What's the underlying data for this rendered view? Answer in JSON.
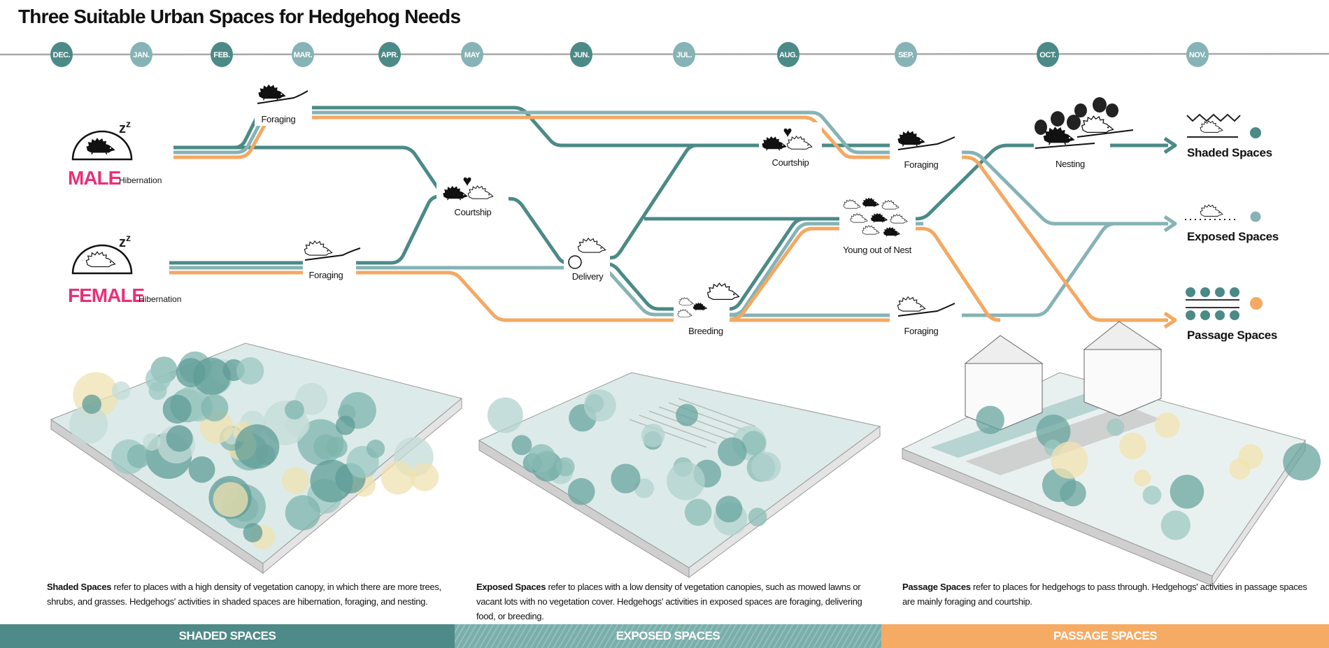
{
  "title": "Three Suitable Urban Spaces for Hedgehog Needs",
  "colors": {
    "shaded": "#4b8a86",
    "exposed": "#86b3b5",
    "passage": "#f4a862",
    "sex_label": "#e8307a"
  },
  "timeline": [
    {
      "label": "DEC.",
      "tone": "dark"
    },
    {
      "label": "JAN.",
      "tone": "light"
    },
    {
      "label": "FEB.",
      "tone": "dark"
    },
    {
      "label": "MAR.",
      "tone": "light"
    },
    {
      "label": "APR.",
      "tone": "dark"
    },
    {
      "label": "MAY",
      "tone": "light"
    },
    {
      "label": "JUN.",
      "tone": "dark"
    },
    {
      "label": "JUL.",
      "tone": "light"
    },
    {
      "label": "AUG.",
      "tone": "dark"
    },
    {
      "label": "SEP.",
      "tone": "light"
    },
    {
      "label": "OCT.",
      "tone": "dark"
    },
    {
      "label": "NOV.",
      "tone": "light"
    }
  ],
  "sexes": {
    "male": {
      "label": "MALE",
      "state": "Hibernation"
    },
    "female": {
      "label": "FEMALE",
      "state": "Hibernation"
    }
  },
  "sleep_icon_text": "z z",
  "nodes": {
    "foraging_male": "Foraging",
    "foraging_female": "Foraging",
    "courtship_1": "Courtship",
    "delivery": "Delivery",
    "breeding": "Breeding",
    "courtship_2": "Courtship",
    "foraging_2": "Foraging",
    "young": "Young out of Nest",
    "foraging_3": "Foraging",
    "nesting": "Nesting"
  },
  "legend": [
    {
      "label": "Shaded Spaces",
      "icon": "zigzag-canopy-hedgehog-icon"
    },
    {
      "label": "Exposed Spaces",
      "icon": "open-ground-hedgehog-icon"
    },
    {
      "label": "Passage Spaces",
      "icon": "passage-dots-icon"
    }
  ],
  "descriptions": [
    {
      "lead": "Shaded Spaces",
      "body": " refer to places with a high density of vegetation canopy, in which there are more trees, shrubs, and grasses. Hedgehogs' activities in shaded spaces are hibernation, foraging, and nesting."
    },
    {
      "lead": "Exposed Spaces",
      "body": " refer to places with a low density of vegetation canopies, such as mowed lawns or vacant lots with no vegetation cover. Hedgehogs' activities in exposed spaces are foraging, delivering food, or breeding."
    },
    {
      "lead": "Passage Spaces",
      "body": " refer to places for hedgehogs to pass through. Hedgehogs' activities in passage spaces are mainly foraging and courtship."
    }
  ],
  "footer": [
    "SHADED SPACES",
    "EXPOSED SPACES",
    "PASSAGE SPACES"
  ]
}
